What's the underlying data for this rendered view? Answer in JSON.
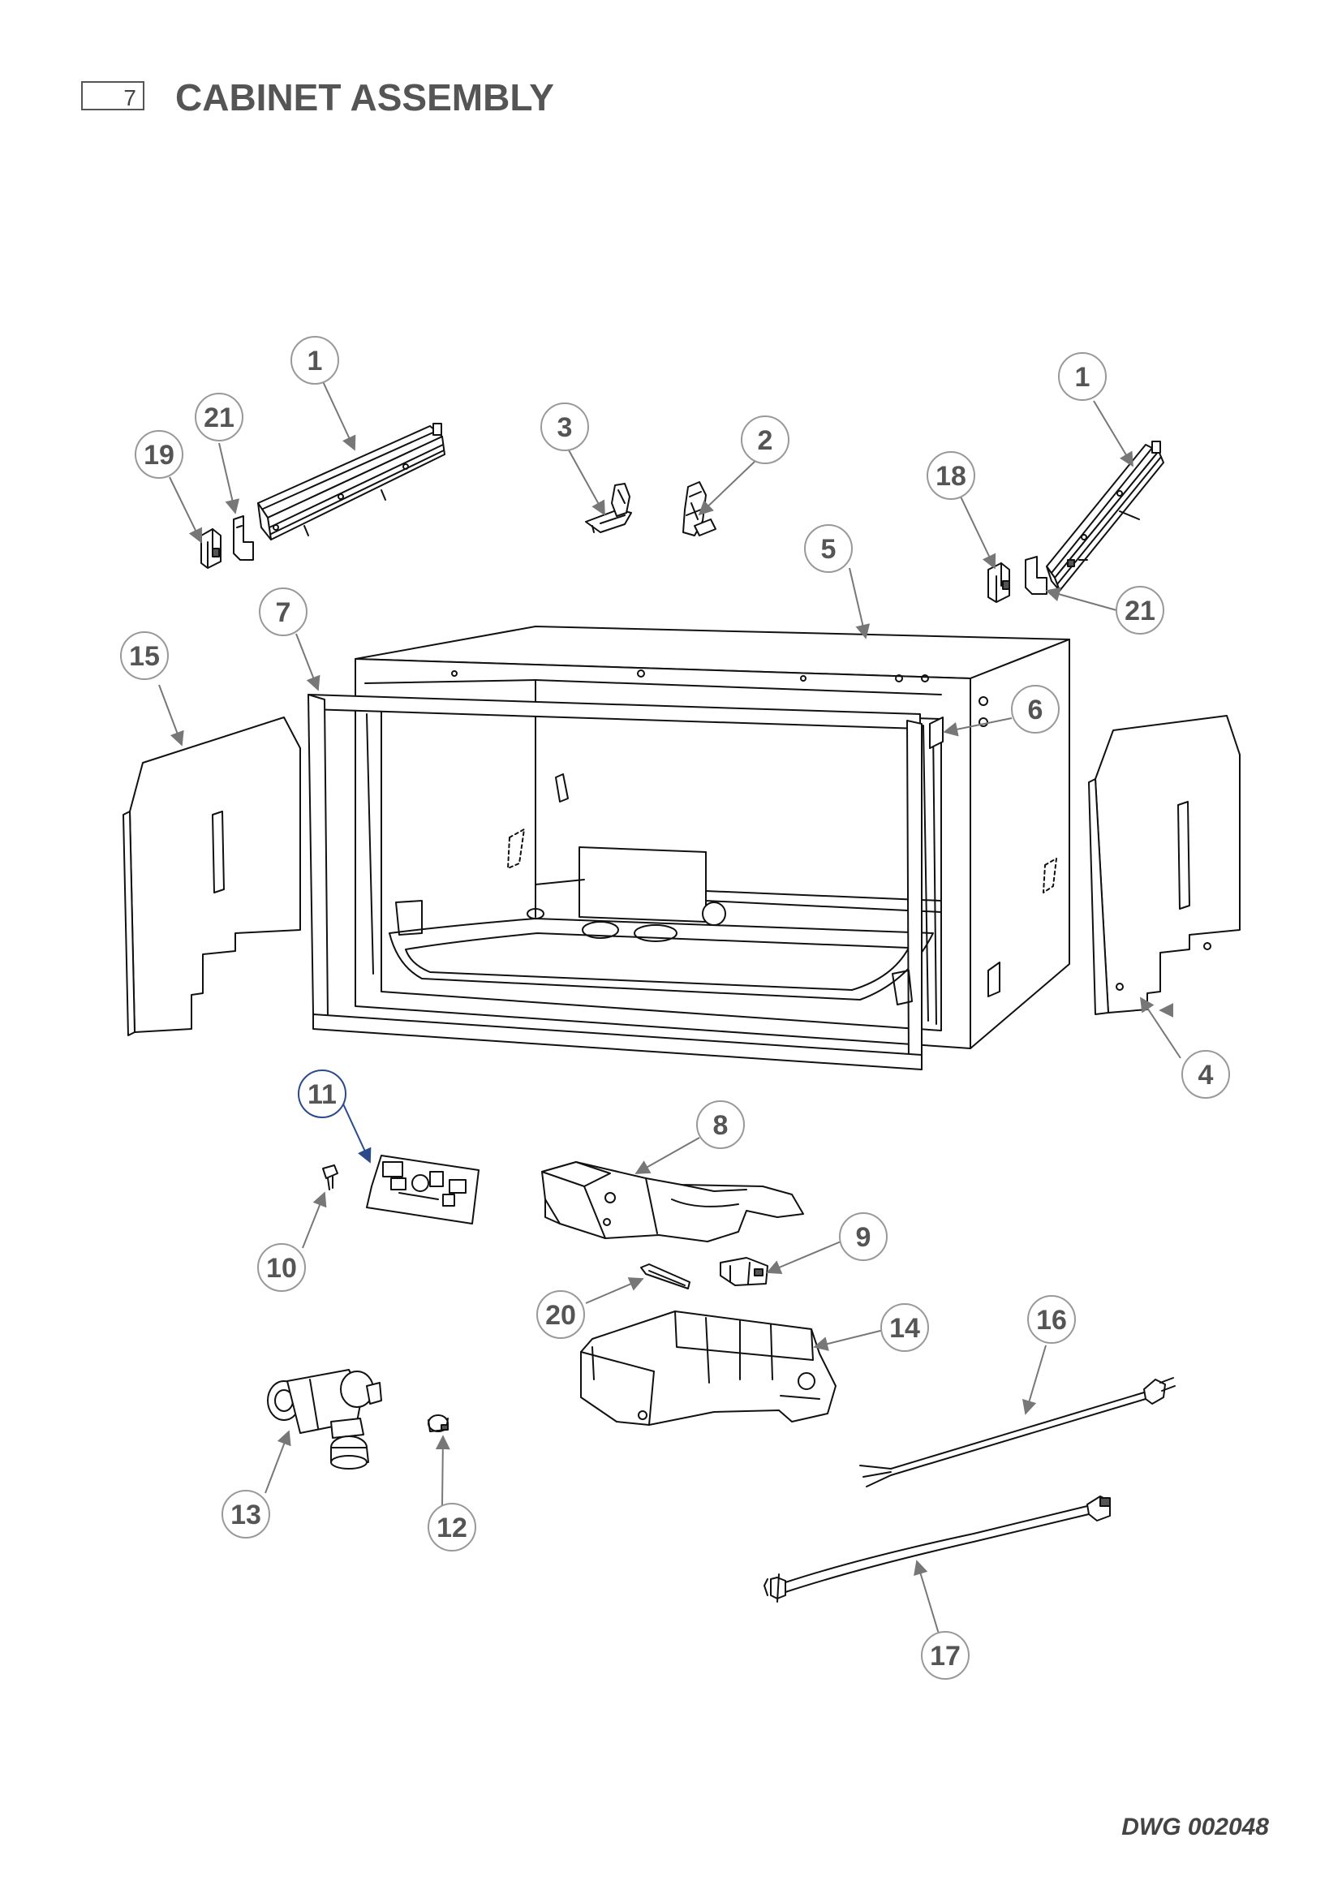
{
  "header": {
    "section_number": "7",
    "title": "CABINET ASSEMBLY"
  },
  "footer": {
    "drawing_number": "DWG 002048"
  },
  "callouts": [
    {
      "id": "c1a",
      "label": "1"
    },
    {
      "id": "c1b",
      "label": "1"
    },
    {
      "id": "c2",
      "label": "2"
    },
    {
      "id": "c3",
      "label": "3"
    },
    {
      "id": "c4",
      "label": "4"
    },
    {
      "id": "c5",
      "label": "5"
    },
    {
      "id": "c6",
      "label": "6"
    },
    {
      "id": "c7",
      "label": "7"
    },
    {
      "id": "c8",
      "label": "8"
    },
    {
      "id": "c9",
      "label": "9"
    },
    {
      "id": "c10",
      "label": "10"
    },
    {
      "id": "c11",
      "label": "11"
    },
    {
      "id": "c12",
      "label": "12"
    },
    {
      "id": "c13",
      "label": "13"
    },
    {
      "id": "c14",
      "label": "14"
    },
    {
      "id": "c15",
      "label": "15"
    },
    {
      "id": "c16",
      "label": "16"
    },
    {
      "id": "c17",
      "label": "17"
    },
    {
      "id": "c18",
      "label": "18"
    },
    {
      "id": "c19",
      "label": "19"
    },
    {
      "id": "c20",
      "label": "20"
    },
    {
      "id": "c21a",
      "label": "21"
    },
    {
      "id": "c21b",
      "label": "21"
    }
  ]
}
